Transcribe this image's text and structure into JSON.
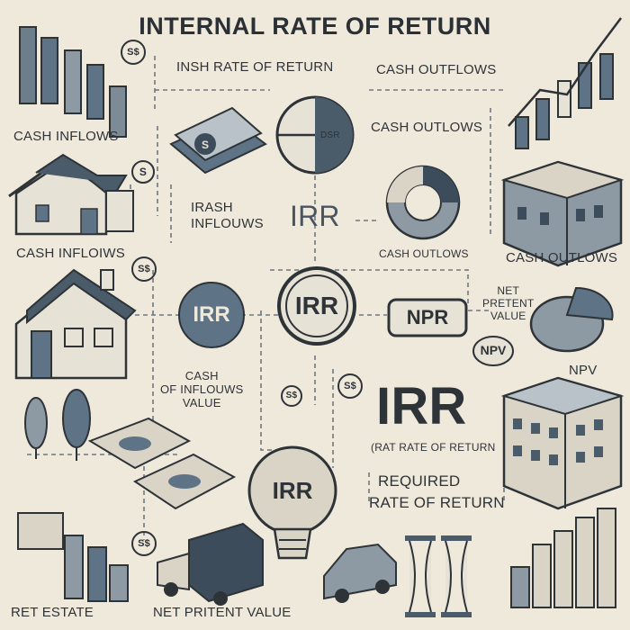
{
  "title": "INTERNAL RATE OF RETURN",
  "labels": {
    "insh_rate": "INSH RATE OF RETURN",
    "cash_outflows_top": "CASH OUTFLOWS",
    "cash_inflows_1": "CASH INFLOWS",
    "cash_outflows_mid": "CASH OUTLOWS",
    "irash_inflows": "IRASH\nINFLOUWS",
    "irr_center_text": "IRR",
    "cash_inflows_2": "CASH INFLOIWS",
    "cash_outlows_small": "CASH OUTLOWS",
    "cash_outlows_right": "CASH OUTLOWS",
    "net_pretent_value": "NET\nPRETENT\nVALUE",
    "npv_right": "NPV",
    "npv_badge": "NPV",
    "npr_box": "NPR",
    "irr_left_circle": "IRR",
    "irr_main_circle": "IRR",
    "irr_bulb": "IRR",
    "cash_of_inflouws": "CASH\nOF INFLOUWS\nVALUE",
    "big_irr": "IRR",
    "rat_rate": "(RAT RATE OF RETURN",
    "required": "REQUIRED",
    "rate_of_return": "RATE OF RETURN",
    "ret_estate": "RET ESTATE",
    "net_pritent_value": "NET PRITENT VALUE",
    "pie_label": "DSR"
  },
  "badges": [
    "S$",
    "S",
    "S$",
    "S$",
    "S$",
    "S$"
  ],
  "colors": {
    "background": "#efe9dc",
    "ink": "#2e3338",
    "steel": "#5e7386",
    "steel_dark": "#3c4c5a",
    "light": "#d9d4c6"
  }
}
